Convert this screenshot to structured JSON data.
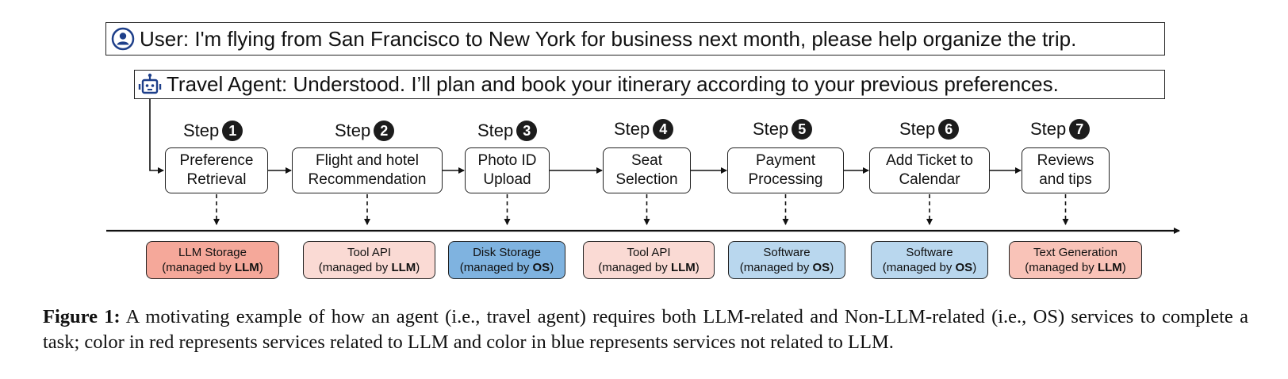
{
  "user_message": "User: I'm flying from San Francisco to New York for business next month, please help organize the trip.",
  "agent_message": "Travel Agent: Understood. I’ll plan and book your itinerary according to your previous preferences.",
  "step_word": "Step",
  "steps": [
    {
      "number": "1",
      "label": "Preference\nRetrieval",
      "service": {
        "line1": "LLM Storage",
        "prefix": "(managed by ",
        "manager": "LLM",
        "suffix": ")",
        "kind": "llm-strong"
      }
    },
    {
      "number": "2",
      "label": "Flight and hotel\nRecommendation",
      "service": {
        "line1": "Tool API",
        "prefix": "(managed by ",
        "manager": "LLM",
        "suffix": ")",
        "kind": "llm-light"
      }
    },
    {
      "number": "3",
      "label": "Photo ID\nUpload",
      "service": {
        "line1": "Disk Storage",
        "prefix": "(managed by ",
        "manager": "OS",
        "suffix": ")",
        "kind": "os-strong"
      }
    },
    {
      "number": "4",
      "label": "Seat\nSelection",
      "service": {
        "line1": "Tool API",
        "prefix": "(managed by ",
        "manager": "LLM",
        "suffix": ")",
        "kind": "llm-light"
      }
    },
    {
      "number": "5",
      "label": "Payment\nProcessing",
      "service": {
        "line1": "Software",
        "prefix": "(managed by ",
        "manager": "OS",
        "suffix": ")",
        "kind": "os-light"
      }
    },
    {
      "number": "6",
      "label": "Add Ticket to\nCalendar",
      "service": {
        "line1": "Software",
        "prefix": "(managed by ",
        "manager": "OS",
        "suffix": ")",
        "kind": "os-light"
      }
    },
    {
      "number": "7",
      "label": "Reviews\nand tips",
      "service": {
        "line1": "Text Generation",
        "prefix": "(managed by ",
        "manager": "LLM",
        "suffix": ")",
        "kind": "llm-mid"
      }
    }
  ],
  "colors": {
    "llm-strong": "#f5a89a",
    "llm-light": "#fadad4",
    "llm-mid": "#f9c3b8",
    "os-strong": "#7fb3e0",
    "os-light": "#b9d7ee"
  },
  "caption": {
    "lead": "Figure 1:",
    "text": " A motivating example of how an agent (i.e., travel agent) requires both LLM-related and Non-LLM-related (i.e., OS) services to complete a task; color in red represents services related to LLM and color in blue represents services not related to LLM."
  }
}
